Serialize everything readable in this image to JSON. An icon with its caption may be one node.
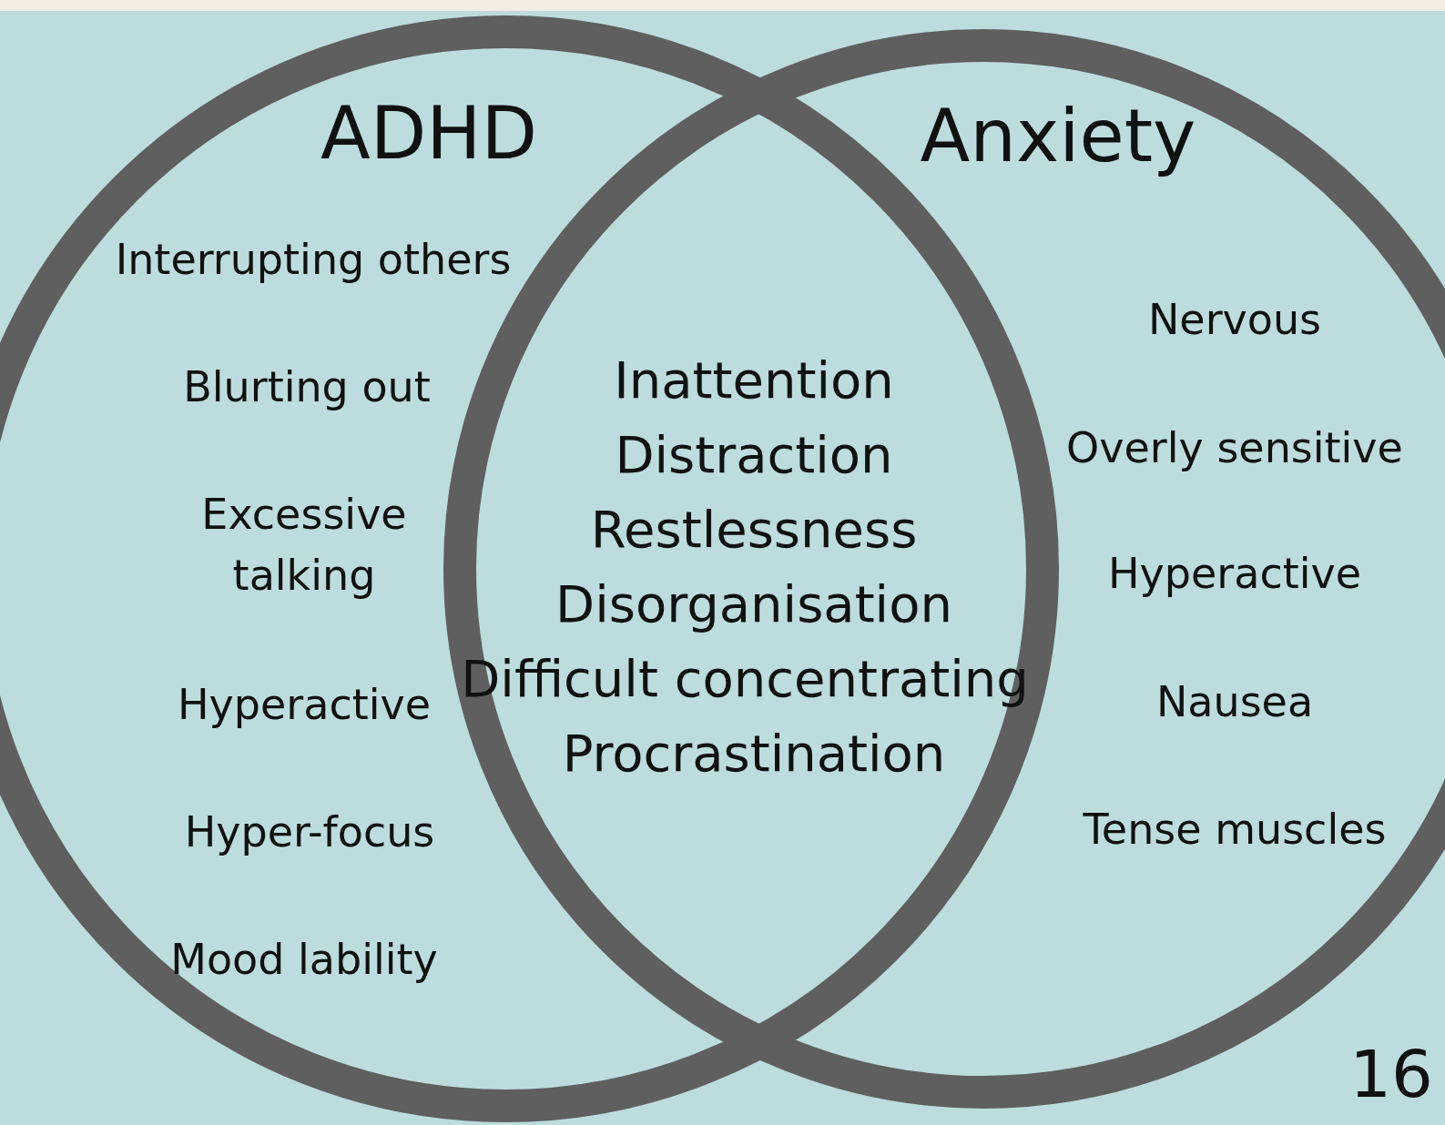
{
  "diagram": {
    "nodes": [
      {
        "text": [
          "ADHD"
        ]
      },
      {
        "text": [
          "Anxiety"
        ]
      }
    ],
    "edges": [],
    "labels": [
      "Interrupting others",
      "Blurting out",
      "Excessive talking",
      "Hyperactive",
      "Hyper-focus",
      "Mood lability",
      "Inattention",
      "Distraction",
      "Restlessness",
      "Disorganisation",
      "Difficult concentrating",
      "Procrastination",
      "Nervous",
      "Overly sensitive",
      "Hyperactive",
      "Nausea",
      "Tense muscles",
      "16"
    ]
  }
}
